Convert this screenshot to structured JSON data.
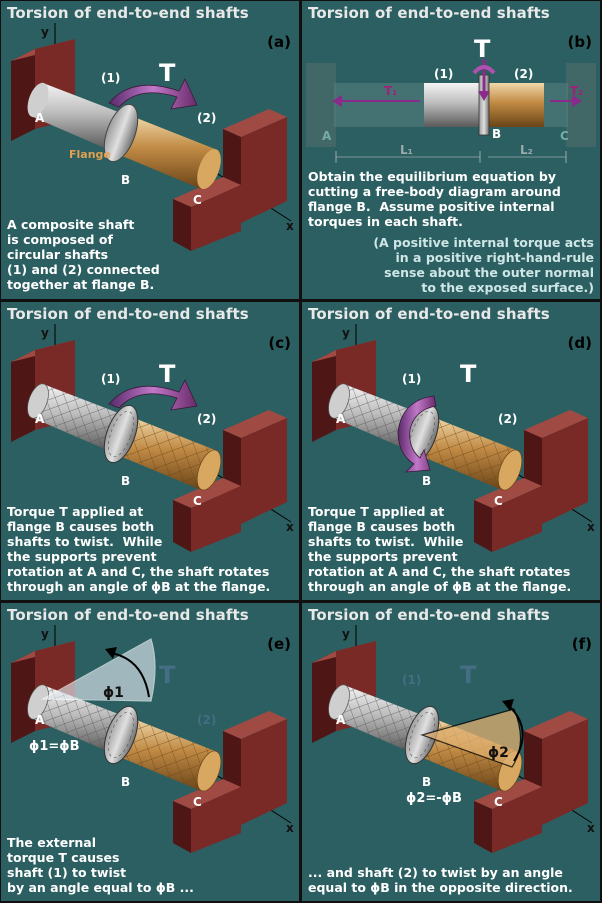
{
  "panel_title": "Torsion of end-to-end shafts",
  "labels": {
    "y": "y",
    "x": "x",
    "A": "A",
    "B": "B",
    "C": "C",
    "s1": "(1)",
    "s2": "(2)",
    "T": "T",
    "flange": "Flange",
    "T1": "T₁",
    "T2": "T₂",
    "L1": "L₁",
    "L2": "L₂"
  },
  "panels": {
    "a": {
      "letter": "(a)",
      "caption": "A composite shaft\nis composed of\ncircular shafts\n(1) and (2) connected\ntogether at flange B."
    },
    "b": {
      "letter": "(b)",
      "caption": "Obtain the equilibrium equation by\ncutting a free-body diagram around\nflange B.  Assume positive internal\ntorques in each shaft.",
      "note": "(A positive internal torque acts\nin a positive right-hand-rule\nsense about the outer normal\nto the exposed surface.)"
    },
    "c": {
      "letter": "(c)",
      "caption": "Torque T applied at\nflange B causes both\nshafts to twist.  While\nthe supports prevent\nrotation at A and C, the shaft rotates\nthrough an angle of ϕB at the flange."
    },
    "d": {
      "letter": "(d)",
      "caption": "Torque T applied at\nflange B causes both\nshafts to twist.  While\nthe supports prevent\nrotation at A and C, the shaft rotates\nthrough an angle of ϕB at the flange."
    },
    "e": {
      "letter": "(e)",
      "caption": "The external\ntorque T causes\nshaft (1) to twist\nby an angle equal to ϕB ...",
      "angle": "ϕ1",
      "equation": "ϕ1=ϕB"
    },
    "f": {
      "letter": "(f)",
      "caption": "... and shaft (2) to twist by an angle\nequal to ϕB in the opposite direction.",
      "angle": "ϕ2",
      "equation": "ϕ2=-ϕB"
    }
  },
  "colors": {
    "background": "#2c5f61",
    "frame": "#101010",
    "support": "#7a2a26",
    "shaft1": "#b8b8b8",
    "shaft2": "#c8964c",
    "torque_arrow": "#8a3a8a"
  }
}
